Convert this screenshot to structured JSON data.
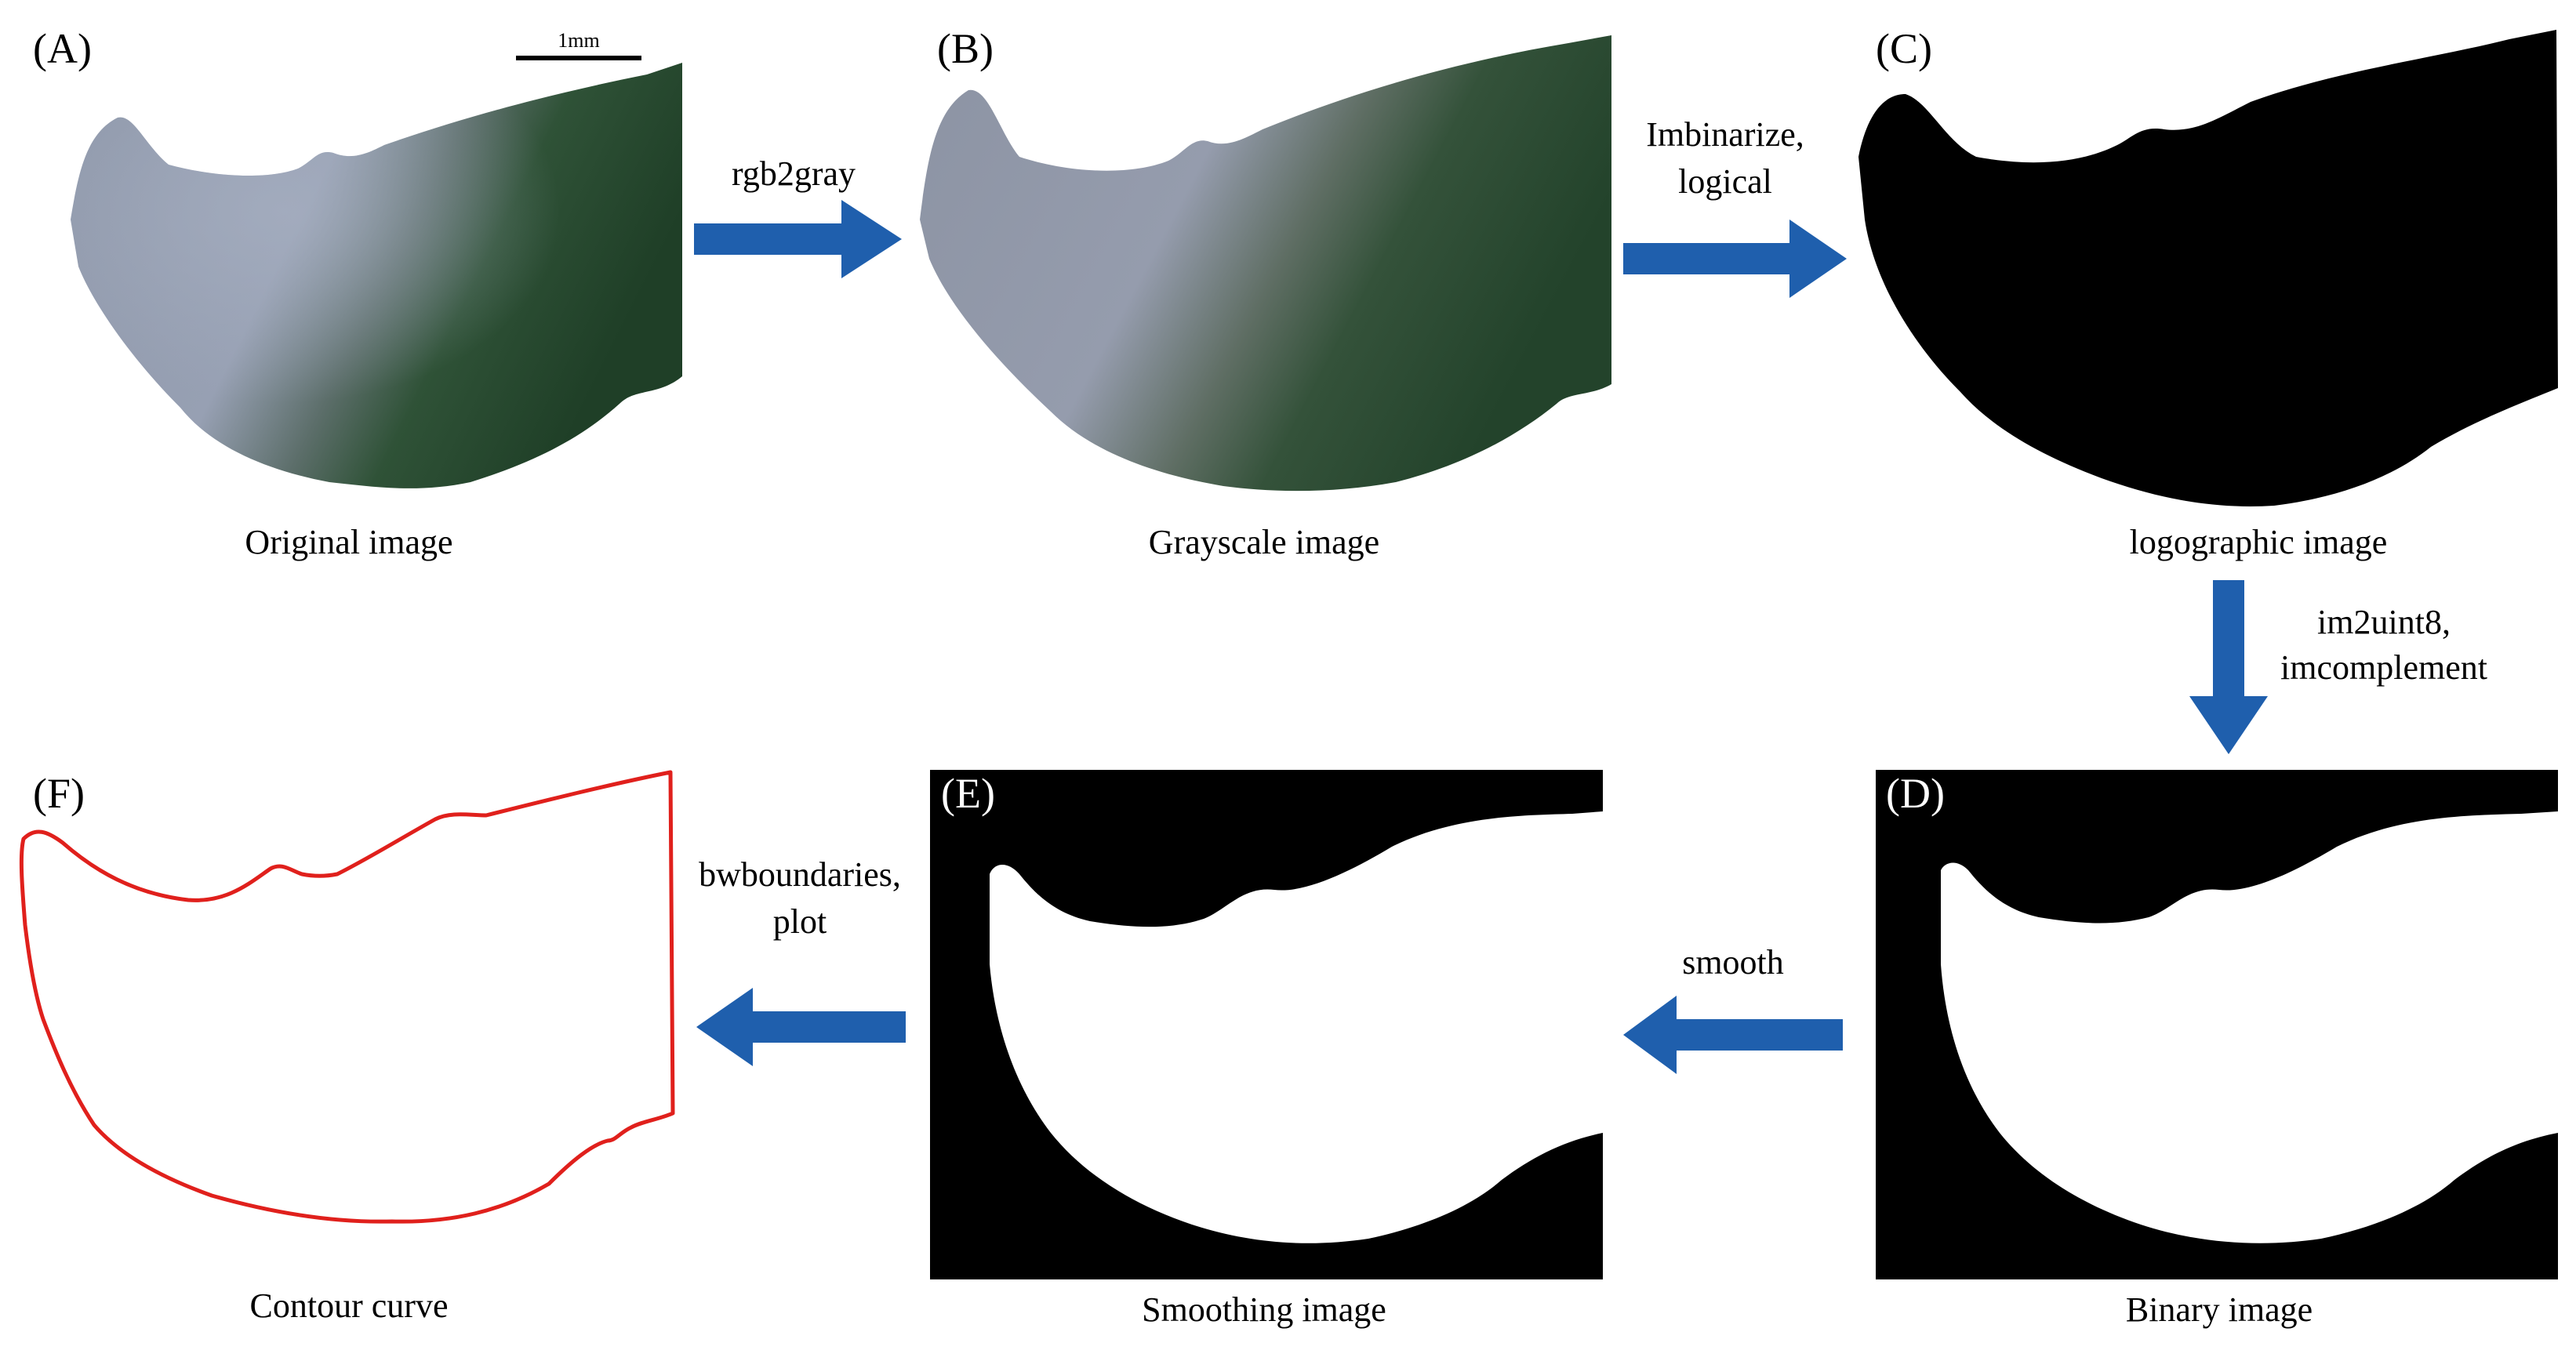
{
  "panels": {
    "A": {
      "letter": "(A)",
      "caption": "Original image",
      "scale_bar_label": "1mm"
    },
    "B": {
      "letter": "(B)",
      "caption": "Grayscale image"
    },
    "C": {
      "letter": "(C)",
      "caption": "logographic image"
    },
    "D": {
      "letter": "(D)",
      "caption": "Binary image"
    },
    "E": {
      "letter": "(E)",
      "caption": "Smoothing image"
    },
    "F": {
      "letter": "(F)",
      "caption": "Contour curve"
    }
  },
  "arrows": {
    "a_to_b": {
      "lines": [
        "rgb2gray"
      ]
    },
    "b_to_c": {
      "lines": [
        "Imbinarize,",
        "logical"
      ]
    },
    "c_to_d": {
      "lines": [
        "im2uint8,",
        "imcomplement"
      ]
    },
    "d_to_e": {
      "lines": [
        "smooth"
      ]
    },
    "e_to_f": {
      "lines": [
        "bwboundaries,",
        "plot"
      ]
    }
  },
  "colors": {
    "arrow": "#1f5fad",
    "contour": "#e0201c",
    "mask": "#000000",
    "background": "#ffffff",
    "specimen_gray": "#8a93a6",
    "specimen_green": "#2c4f33"
  }
}
